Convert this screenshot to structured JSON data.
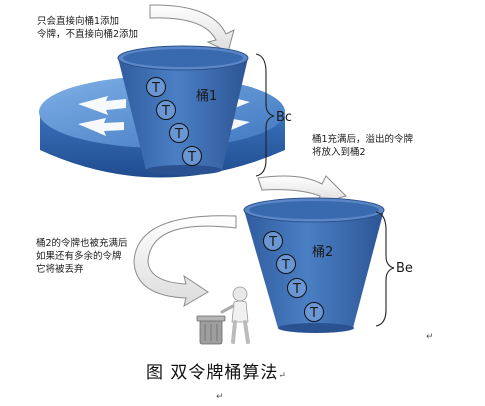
{
  "annotations": {
    "top_note_line1": "只会直接向桶1添加",
    "top_note_line2": "令牌，不直接向桶2添加",
    "overflow_note_line1": "桶1充满后，溢出的令牌",
    "overflow_note_line2": "将放入到桶2",
    "discard_note_line1": "桶2的令牌也被充满后",
    "discard_note_line2": "如果还有多余的令牌",
    "discard_note_line3": "它将被丢弃"
  },
  "bucket1": {
    "label": "桶1",
    "capacity_label": "Bc",
    "tokens": [
      "T",
      "T",
      "T",
      "T"
    ]
  },
  "bucket2": {
    "label": "桶2",
    "capacity_label": "Be",
    "tokens": [
      "T",
      "T",
      "T",
      "T"
    ]
  },
  "caption": "图  双令牌桶算法",
  "return_marks": [
    "↵",
    "↵",
    "↵"
  ],
  "colors": {
    "bucket_fill": "#3f6fb3",
    "bucket_rim": "#5b87c8",
    "router_top": "#5a8fd0",
    "router_side": "#2d5ea5"
  }
}
